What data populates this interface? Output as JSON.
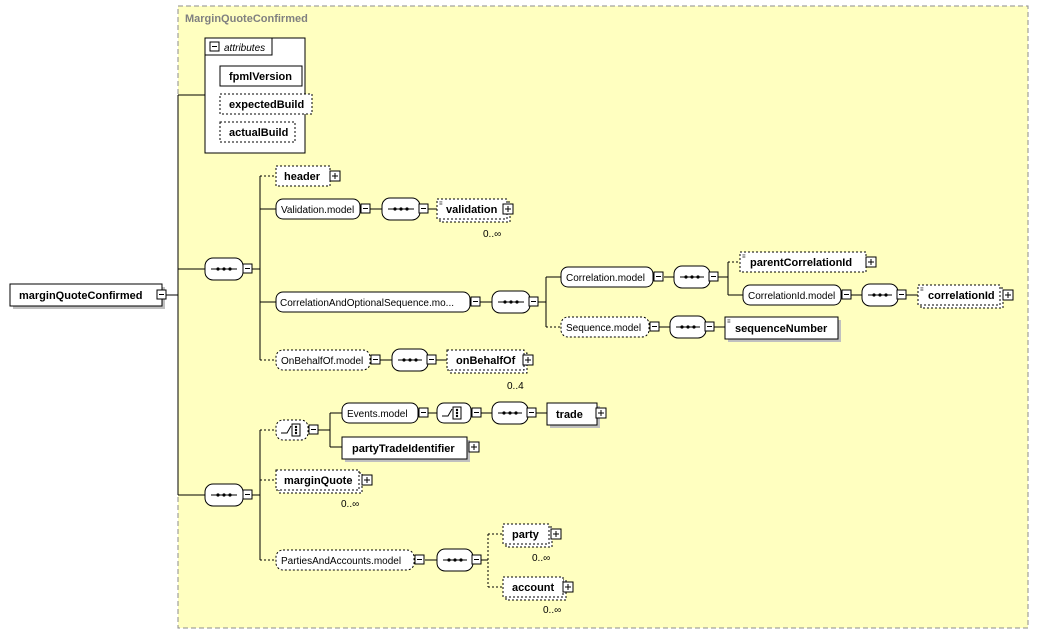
{
  "container": {
    "title": "MarginQuoteConfirmed"
  },
  "attributes": {
    "label": "attributes",
    "items": [
      "fpmlVersion",
      "expectedBuild",
      "actualBuild"
    ]
  },
  "root": {
    "label": "marginQuoteConfirmed"
  },
  "elements": {
    "header": "header",
    "validation_model": "Validation.model",
    "validation": "validation",
    "validation_card": "0..∞",
    "cor_seq_model": "CorrelationAndOptionalSequence.mo...",
    "correlation_model": "Correlation.model",
    "parent_correlation_id": "parentCorrelationId",
    "correlation_id_model": "CorrelationId.model",
    "correlation_id": "correlationId",
    "sequence_model": "Sequence.model",
    "sequence_number": "sequenceNumber",
    "on_behalf_of_model": "OnBehalfOf.model",
    "on_behalf_of": "onBehalfOf",
    "on_behalf_of_card": "0..4",
    "events_model": "Events.model",
    "trade": "trade",
    "party_trade_identifier": "partyTradeIdentifier",
    "margin_quote": "marginQuote",
    "margin_quote_card": "0..∞",
    "parties_accounts_model": "PartiesAndAccounts.model",
    "party": "party",
    "party_card": "0..∞",
    "account": "account",
    "account_card": "0..∞"
  },
  "colors": {
    "background": "#ffffc0",
    "stroke": "#000000",
    "frame": "#8c8c8c",
    "title": "#808080"
  }
}
